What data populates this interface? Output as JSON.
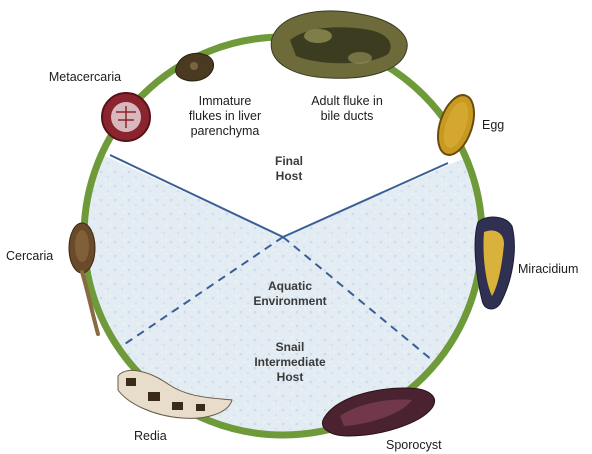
{
  "diagram": {
    "region_labels": {
      "final_host": [
        "Final",
        "Host"
      ],
      "aquatic_environment": [
        "Aquatic",
        "Environment"
      ],
      "snail_host": [
        "Snail",
        "Intermediate",
        "Host"
      ]
    },
    "stages": {
      "metacercaria": "Metacercaria",
      "immature_flukes": [
        "Immature",
        "flukes in liver",
        "parenchyma"
      ],
      "adult_fluke": [
        "Adult fluke in",
        "bile ducts"
      ],
      "egg": "Egg",
      "miracidium": "Miracidium",
      "sporocyst": "Sporocyst",
      "redia": "Redia",
      "cercaria": "Cercaria"
    },
    "colors": {
      "ring": "#6f9a3a",
      "divider": "#3a5f96",
      "region_fill": "#e4edf4",
      "label_bold": "#3a3a3a"
    }
  }
}
